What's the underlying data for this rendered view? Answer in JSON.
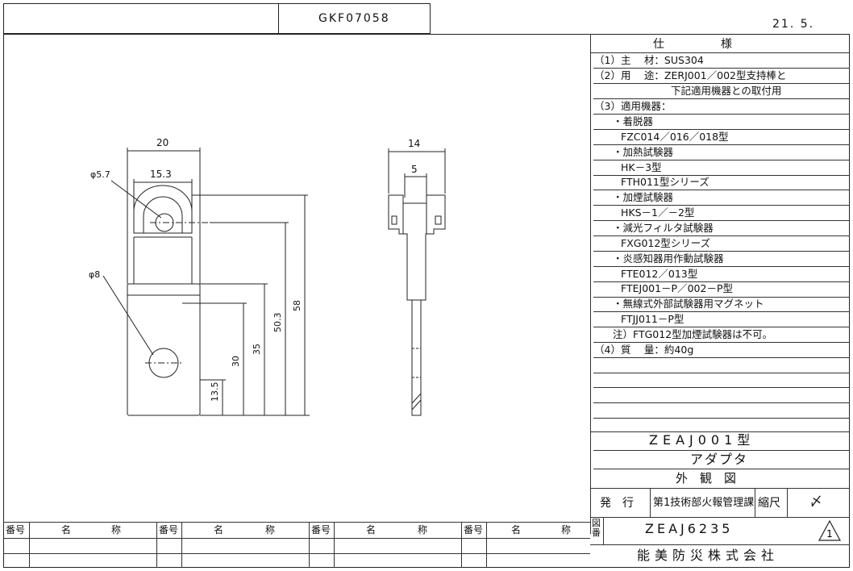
{
  "header": {
    "doc_code": "GKF07058",
    "date": "21. 5."
  },
  "spec": {
    "title": "仕　　　　　様",
    "lines": [
      "（1）主　 材：SUS304",
      "（2）用　 途：ZERJ001／002型支持棒と",
      "下記適用機器との取付用",
      "（3）適用機器：",
      "・着脱器",
      "FZC014／016／018型",
      "・加熱試験器",
      "HK－3型",
      "FTH011型シリーズ",
      "・加煙試験器",
      "HKS－1／－2型",
      "・減光フィルタ試験器",
      "FXG012型シリーズ",
      "・炎感知器用作動試験器",
      "FTE012／013型",
      "FTEJ001－P／002－P型",
      "・無線式外部試験器用マグネット",
      "FTJJ011－P型",
      "注）FTG012型加煙試験器は不可。",
      "（4）質　 量：約40g"
    ]
  },
  "title_block": {
    "model": "ZEAJ001型",
    "name": "アダプタ",
    "view": "外　観　図",
    "issue_label": "発　行",
    "department": "第1技術部火報管理課",
    "scale_label": "縮尺",
    "scale_value": "〆",
    "drawing_label": "図番",
    "drawing_no": "ZEAJ6235",
    "revision": "1",
    "company": "能美防災株式会社"
  },
  "parts_table": {
    "headers": [
      "番号",
      "名",
      "称",
      "番号",
      "名",
      "称",
      "番号",
      "名",
      "称",
      "番号",
      "名",
      "称"
    ]
  },
  "dims": {
    "front_width": "20",
    "front_inner_width": "15.3",
    "hole_small": "φ5.7",
    "hole_large": "φ8",
    "h_13_5": "13.5",
    "h_30": "30",
    "h_35": "35",
    "h_50_3": "50.3",
    "h_58": "58",
    "side_width": "14",
    "side_inner": "5"
  }
}
